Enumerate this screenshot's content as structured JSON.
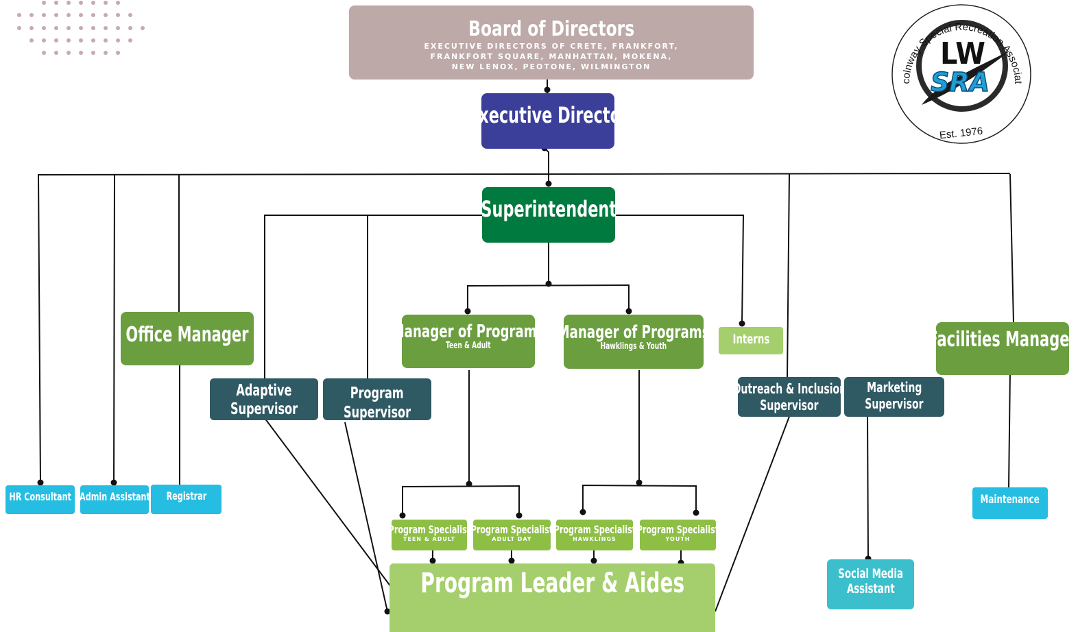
{
  "board": {
    "title": "Board of Directors",
    "subtitle": "EXECUTIVE DIRECTORS OF CRETE, FRANKFORT, FRANKFORT SQUARE, MANHATTAN, MOKENA, NEW LENOX, PEOTONE, WILMINGTON"
  },
  "executive_director": "Executive Director",
  "superintendent": "Superintendent",
  "office_manager": "Office Manager",
  "facilities_manager": "Facilities Manager",
  "interns": "Interns",
  "manager_teen": {
    "title": "Manager of Programs",
    "subtitle": "Teen & Adult"
  },
  "manager_youth": {
    "title": "Manager of Programs",
    "subtitle": "Hawklings & Youth"
  },
  "adaptive_supervisor": [
    "Adaptive",
    "Supervisor"
  ],
  "program_supervisor": [
    "Program",
    "Supervisor"
  ],
  "outreach_supervisor": [
    "Outreach & Inclusion",
    "Supervisor"
  ],
  "marketing_supervisor": [
    "Marketing",
    "Supervisor"
  ],
  "hr_consultant": "HR Consultant",
  "admin_assistant": "Admin Assistant",
  "registrar": "Registrar",
  "maintenance": "Maintenance",
  "social_media": [
    "Social Media",
    "Assistant"
  ],
  "specialists": [
    {
      "title": "Program Specialist",
      "subtitle": "TEEN & ADULT"
    },
    {
      "title": "Program Specialist",
      "subtitle": "ADULT DAY"
    },
    {
      "title": "Program Specialist",
      "subtitle": "HAWKLINGS"
    },
    {
      "title": "Program Specialist",
      "subtitle": "YOUTH"
    }
  ],
  "leaders": "Program Leader & Aides",
  "logo": {
    "ring_text": "Lincolnway Special Recreation Association",
    "mark_top": "LW",
    "mark_bottom": "SRA",
    "est": "Est. 1976"
  },
  "colors": {
    "board": "#bda9a8",
    "executive": "#3c3f9a",
    "superintendent": "#007a3f",
    "manager_green": "#6a9e3f",
    "light_green": "#a5cf6c",
    "specialist_green": "#8dbf45",
    "supervisor_slate": "#2f5963",
    "staff_blue": "#26bde2",
    "social_teal": "#3bbfcc"
  }
}
